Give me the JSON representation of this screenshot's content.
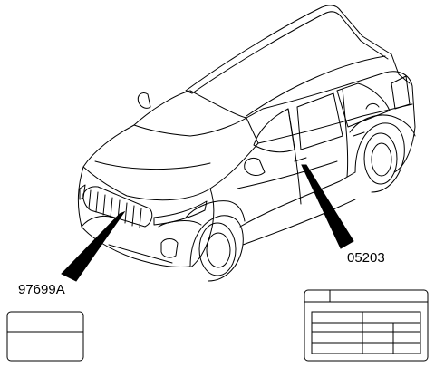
{
  "parts": [
    {
      "id": "left",
      "number": "97699A"
    },
    {
      "id": "right",
      "number": "05203"
    }
  ],
  "colors": {
    "line": "#000000",
    "background": "#ffffff"
  }
}
